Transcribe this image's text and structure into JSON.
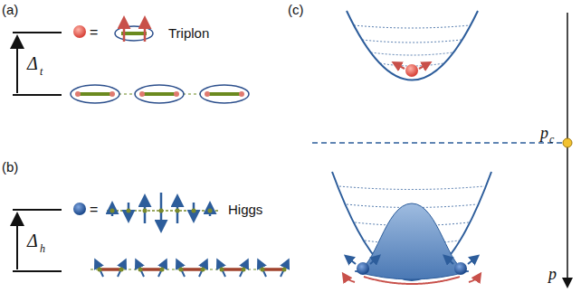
{
  "diagram": {
    "labels": [
      "(a)",
      "=",
      "Triplon",
      "Δ",
      "t",
      "(b)",
      "=",
      "Higgs",
      "Δ",
      "h",
      "(c)",
      "p",
      "c",
      "p"
    ]
  }
}
